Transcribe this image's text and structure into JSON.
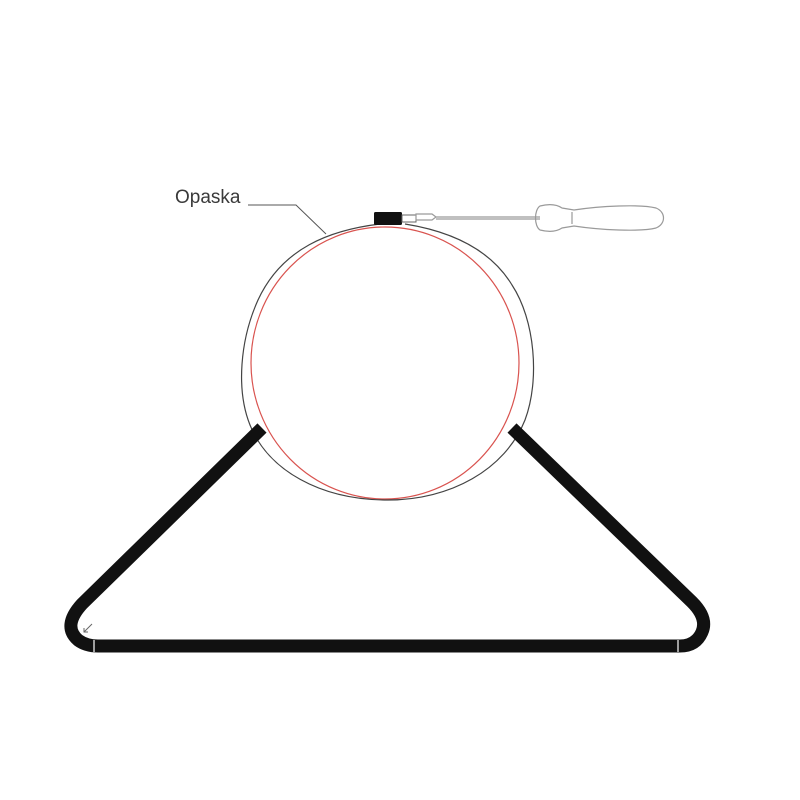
{
  "diagram": {
    "callout": {
      "label": "Opaska"
    },
    "colors": {
      "frame": "#111111",
      "strap": "#444444",
      "circle": "#d9534f",
      "tool_outline": "#9a9a9a",
      "label": "#3a3a3a"
    },
    "parts": {
      "frame": "triangle-frame",
      "strap": "cable-tie-strap",
      "circle": "circle-guide",
      "tool": "screwdriver-icon",
      "buckle": "cable-tie-head"
    }
  }
}
